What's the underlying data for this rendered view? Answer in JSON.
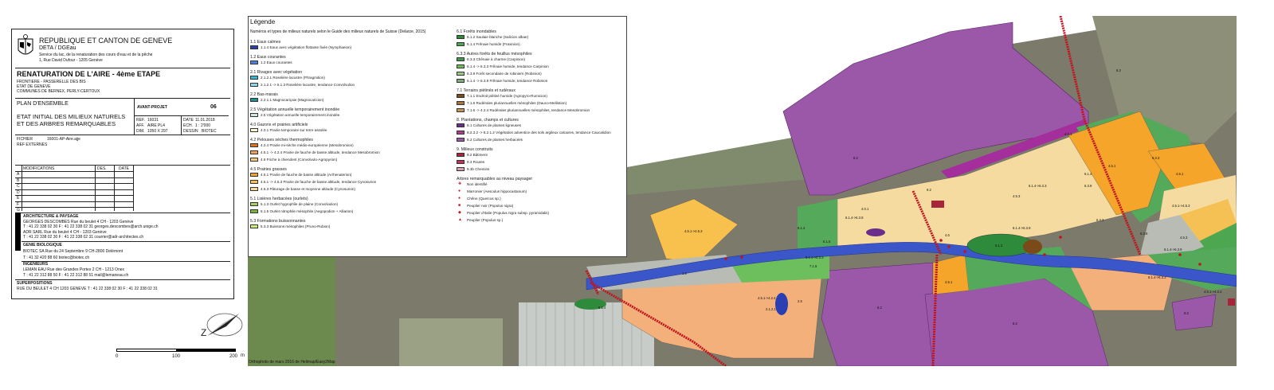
{
  "colors": {
    "agri": "#9b58a8",
    "wood": "#55a95a",
    "orange": "#f4a52a",
    "wheat": "#f5dba0",
    "water": "#3b56c8",
    "gray": "#b9bcb5",
    "salmon": "#f4b07a",
    "red": "#c0141e",
    "lime": "#c7ec7b",
    "brown": "#8a5a2c"
  },
  "title_block": {
    "header": "REPUBLIQUE ET CANTON DE GENEVE",
    "dept": "DETA / DGEau",
    "service": "Service du lac, de la renaturation des cours d'eau et de la pêche",
    "address": "1, Rue David Dufour - 1205 Genève",
    "project_title": "RENATURATION DE L'AIRE - 4ème ETAPE",
    "project_lines": [
      "FRONTIERE - PASSERELLE DES BIS",
      "ETAT DE GENEVE",
      "COMMUNES DE BERNEX, PERLY-CERTOUX"
    ],
    "plan": "PLAN D'ENSEMBLE",
    "state_lines": [
      "ETAT INITIAL DES MILIEUX NATURELS",
      "ET DES ARBRES REMARQUABLES"
    ],
    "avant_projet": "AVANT-PROJET",
    "number": "06",
    "ref_label": "REF.",
    "ref_value": "16031",
    "date_label": "DATE",
    "date_value": "11.01.2018",
    "aff_label": "AFF.",
    "aff_value": "AIRE PL4",
    "ech_label": "ECH.",
    "ech_value": "1 : 2'000",
    "dim_label": "DIM.",
    "dim_value": "1050 X 297",
    "dessin_label": "DESSIN",
    "dessin_value": "BIOTEC",
    "fichier_label": "FICHIER",
    "fichier_value": "16001-AP-Aire.ajje",
    "ref_ext_label": "REF EXTERNES",
    "mod_headers": [
      "MODIFICATIONS",
      "DES.",
      "DATE"
    ],
    "mod_letters": [
      "A",
      "B",
      "C",
      "D",
      "E",
      "F",
      "G"
    ],
    "arch_label": "ARCHITECTURE & PAYSAGE",
    "arch_lines": [
      "GEORGES DESCOMBES   Rue du beulet 4   CH - 1203 Genève",
      "T : 41 22 338 02 30    F : 41 22 338 02 31   georges.descombes@arch.unige.ch",
      "ADR SARL    Rue du beulet 4   CH - 1203 Genève",
      "T : 41 22 338 02 30    F : 41 22 338 02 31    courrier@adr-architectes.ch"
    ],
    "genie_label": "GENIE BIOLOGIQUE",
    "genie_lines": [
      "BIOTEC SA   Rue du 24 Septembre 9   CH-2800 Delémont",
      "T : 41 32 420 88 60    biotec@biotec.ch"
    ],
    "ing_label": "INGENIEURS",
    "ing_lines": [
      "LEMAN EAU   Rue des Grandes Portes 2   CH - 1213 Onex",
      "T : 41 22 312 88 50    F : 41 22 312 88 51   mail@lemaneau.ch"
    ],
    "sup_label": "SUPERPOSITIONS",
    "sup_line": "RUE DU BEULET 4   CH 1203 GENEVE     T : 41 22 338 02 30     F : 41 22 338 02 31"
  },
  "scale": {
    "labels": [
      "0",
      "100",
      "200"
    ],
    "unit": "m"
  },
  "legend": {
    "title": "Légende",
    "subtitle": "Numéros et types de milieux naturels selon le Guide des milieux naturels de Suisse (Delarze, 2015)",
    "col1": [
      {
        "h": "1.1 Eaux calmes"
      },
      {
        "t": "1.1.4 Eaux avec végétation flottante fixée (Nymphaeion)",
        "c": "#2b3fb3"
      },
      {
        "h": "1.2 Eaux courantes"
      },
      {
        "t": "1.2 Eaux courantes",
        "c": "#4f7ee0"
      },
      {
        "h": "2.1 Rivages avec végétation"
      },
      {
        "t": "2.1.2.1 Roselière lacustre (Phragmition)",
        "c": "#38b6d6"
      },
      {
        "t": "2.1.2.1 -> 5.1.3 Roselière lacustre, tendance Convolvulion",
        "c": "#8fd8e6"
      },
      {
        "h": "2.2 Bas-marais"
      },
      {
        "t": "2.2.1.1 Magnocariçaie (Magnocaricion)",
        "c": "#1e8f8f"
      },
      {
        "h": "2.5 Végétation annuelle temporairement inondée"
      },
      {
        "t": "2.5 Végétation annuelle temporairement inondée",
        "c": "#cde9e3"
      },
      {
        "h": "4.0 Gazons et prairies artificiels"
      },
      {
        "t": "4.0.1 Prairie temporaire sur terre assolée",
        "c": "#fff6cc"
      },
      {
        "h": "4.2 Pelouses sèches thermophiles"
      },
      {
        "t": "4.2.4 Prairie mi-sèche médio-européenne (Mesobromion)",
        "c": "#e0761c"
      },
      {
        "t": "4.5.1 -> 4.2.4 Prairie de fauche de basse altitude, tendance Mesobromion",
        "c": "#f4a256"
      },
      {
        "t": "4.6 Friche à chiendent (Convolvulo-Agropyrion)",
        "c": "#f7c87f"
      },
      {
        "h": "4.5 Prairies grasses"
      },
      {
        "t": "4.5.1 Prairie de fauche de basse altitude (Arrhenaterion)",
        "c": "#f0a42a"
      },
      {
        "t": "4.5.1 -> 4.5.3 Prairie de fauche de basse altitude, tendance Cynosurion",
        "c": "#f6c154"
      },
      {
        "t": "4.5.3 Pâturage de basse et moyenne altitude (Cynosurion)",
        "c": "#f9dc94"
      },
      {
        "h": "5.1 Lisières herbacées (ourlets)"
      },
      {
        "t": "5.1.3 Ourlet hygrophile de plaine (Convolvulion)",
        "c": "#a6d35c"
      },
      {
        "t": "5.1.5 Ourlet nitrophile mésophile (Aegopodion + Alliarion)",
        "c": "#7cb73c"
      },
      {
        "h": "5.3 Formations buissonnantes"
      },
      {
        "t": "5.3.3 Buissons mésophiles (Pruno-Rubion)",
        "c": "#c8f07a"
      }
    ],
    "col2": [
      {
        "h": "6.1 Forêts inondables"
      },
      {
        "t": "6.1.2 Saulaie blanche (Salicion albae)",
        "c": "#2e8b3c"
      },
      {
        "t": "6.1.4 Frênaie humide (Fraxinion)",
        "c": "#4da650"
      },
      {
        "h": "6.3.3 Autres forêts de feuillus mésophiles"
      },
      {
        "t": "6.3.3 Chênaie à charme (Carpinion)",
        "c": "#3f9a48"
      },
      {
        "t": "6.1.4 -> 6.3.3 Frênaie humide, tendance Carpinion",
        "c": "#6dbf5e"
      },
      {
        "t": "6.3.9 Forêt secondaire de robiniers (Robinion)",
        "c": "#98c98b"
      },
      {
        "t": "6.1.4 -> 6.3.9 Frênaie humide, tendance Robinion",
        "c": "#7fae7a"
      },
      {
        "h": "7.1 Terrains piétinés et rudéraux"
      },
      {
        "t": "7.1.1 Endroit piétiné humide (Agropyro-Rumicion)",
        "c": "#7a4a18"
      },
      {
        "t": "7.1.6 Rudérales pluriannuelles mésophiles (Dauco-Melilotion)",
        "c": "#a8753e"
      },
      {
        "t": "7.1.6 -> 4.2.4 Rudérales pluriannuelles mésophiles, tendance Mesobromion",
        "c": "#c99256"
      },
      {
        "h": "8. Plantations, champs et cultures"
      },
      {
        "t": "8.1 Cultures de plantes ligneuses",
        "c": "#6a2e8a"
      },
      {
        "t": "8.2.3.2 -> 8.2.1.2 Végétation adventice des sols argileux calcaires, tendance Caucalidion",
        "c": "#b03a8c"
      },
      {
        "t": "8.2 Cultures de plantes herbacées",
        "c": "#9b58a8"
      },
      {
        "h": "9. Milieux construits"
      },
      {
        "t": "9.2 Bâtiment",
        "c": "#a8243a"
      },
      {
        "t": "9.3 Routes",
        "c": "#c0325a"
      },
      {
        "t": "9.3b Chemins",
        "c": "#d8a0b0"
      },
      {
        "h": "Arbres remarquables au niveau paysager"
      },
      {
        "s": "✚",
        "t": "Non identifié"
      },
      {
        "s": "●",
        "t": "Marronier (Aesculus hippocastanum)"
      },
      {
        "s": "●",
        "t": "Chêne (Quercus sp.)"
      },
      {
        "s": "■",
        "t": "Peuplier noir (Populus nigra)"
      },
      {
        "s": "◆",
        "t": "Peuplier d'Italie (Populus nigra subsp. pyramidalis)"
      },
      {
        "s": "▲",
        "t": "Peuplier (Populus sp.)"
      }
    ]
  },
  "map_labels": {
    "agri": "8.2",
    "mesobr": "4.5.1->4.2.4",
    "cyn": "4.5.1->4.5.3",
    "fre": "6.1.4",
    "fre_carp": "6.1.4->6.3.3",
    "fre_rob": "6.1.4->6.3.9",
    "arrh": "4.5.1",
    "past": "4.5.3",
    "temp": "4.0.1",
    "ourlet": "5.1.5",
    "buisson": "5.3.3",
    "eau": "1.2",
    "saul": "6.1.2",
    "rob": "6.3.9",
    "char": "6.3.3",
    "bat": "9.2",
    "friche": "4.6",
    "rud": "7.1.6",
    "roseliere": "2.1.2.1",
    "veg_ann": "2.5"
  },
  "caption": "Orthophoto de mars 2016 de Helimap/Easy2Map"
}
